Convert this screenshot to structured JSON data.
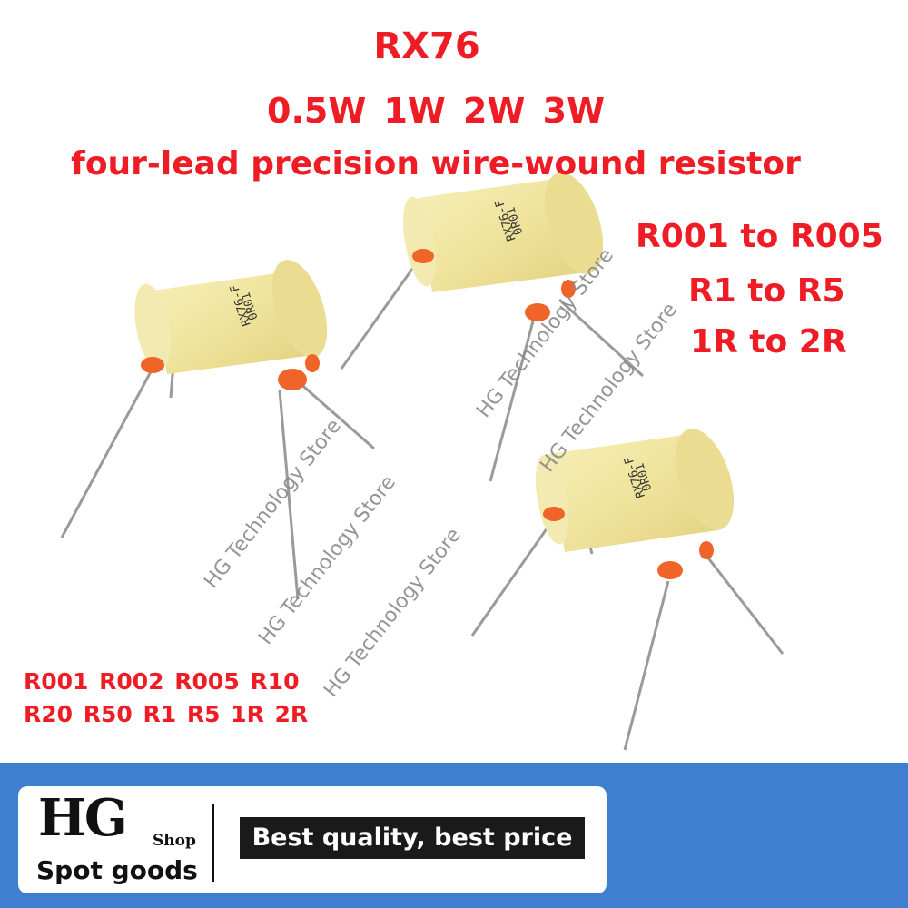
{
  "headline": {
    "model": "RX76",
    "wattages": "0.5W  1W  2W  3W",
    "description": "four-lead precision wire-wound resistor"
  },
  "ranges": [
    "R001 to R005",
    "R1 to R5",
    "1R to 2R"
  ],
  "values": {
    "line1": "R001 R002 R005 R10",
    "line2": "R20  R50  R1  R5  1R 2R"
  },
  "resistor_marking": {
    "line1": "RX76-F",
    "line2": "0R01"
  },
  "watermark": "HG Technology Store",
  "banner": {
    "logo": "HG",
    "logo_sub": "Shop",
    "spot": "Spot goods",
    "slogan": "Best quality, best price"
  },
  "colors": {
    "text_red": "#ee1c25",
    "body_cream": "#f1e8a6",
    "seal_orange": "#f0642a",
    "banner_blue": "#3f7fd0"
  }
}
